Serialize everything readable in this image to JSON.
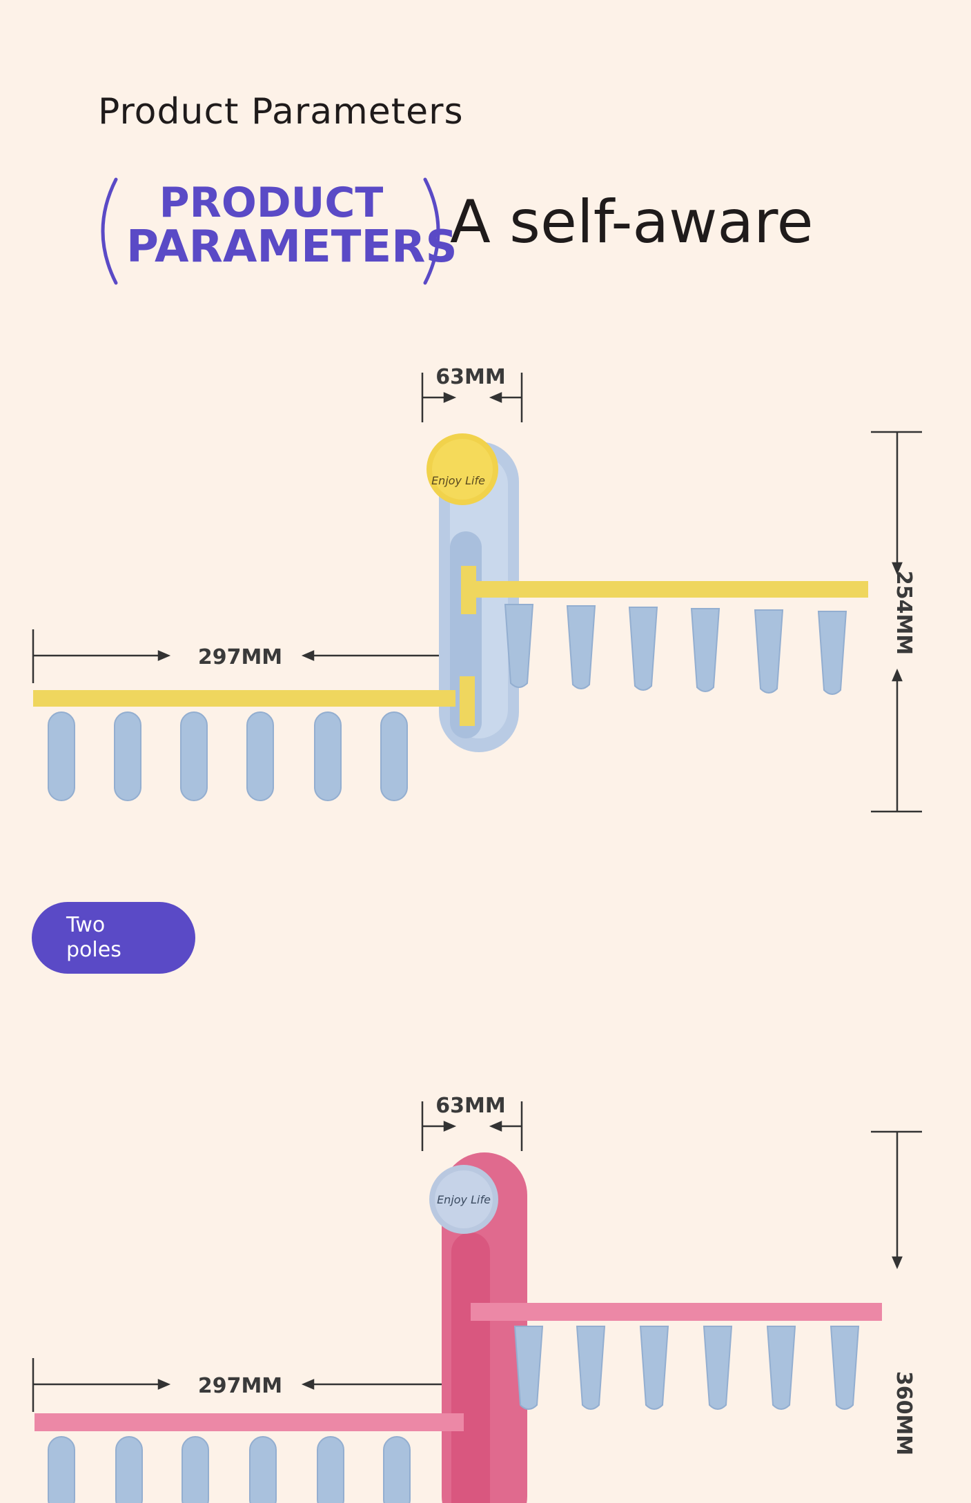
{
  "heading": "Product Parameters",
  "badge": {
    "line1": "PRODUCT",
    "line2": "PARAMETERS"
  },
  "tagline": "A self-aware",
  "pill": {
    "line1": "Two",
    "line2": "poles"
  },
  "product1": {
    "top_width": "63MM",
    "arm_length": "297MM",
    "height": "254MM",
    "knob_text": "Enjoy Life",
    "colors": {
      "frame": "#b9cbe4",
      "knob": "#f1d24b",
      "bar": "#efd65e",
      "clip": "#a9c1dd"
    }
  },
  "product2": {
    "top_width": "63MM",
    "arm_length": "297MM",
    "height": "360MM",
    "knob_text": "Enjoy Life",
    "colors": {
      "frame": "#e06a8e",
      "knob": "#b9c8e0",
      "bar": "#ec88a6",
      "clip": "#a9c1dd"
    }
  },
  "colors": {
    "background": "#fdf2e8",
    "accent": "#5a4ac6"
  }
}
